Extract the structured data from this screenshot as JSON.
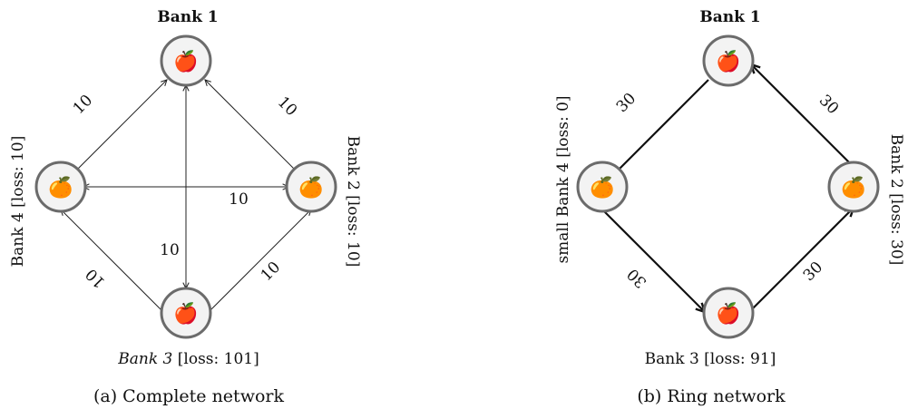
{
  "icons": {
    "apple": "🍎",
    "orange": "🍊"
  },
  "complete": {
    "bank1": "Bank 1",
    "bank2": "Bank 2 [loss: 10]",
    "bank3_name": "Bank 3",
    "bank3_loss": " [loss: 101]",
    "bank4": "Bank 4 [loss: 10]",
    "edge_b1_b4": "10",
    "edge_b1_b2": "10",
    "edge_b4_b2": "10",
    "edge_b1_b3": "10",
    "edge_b4_b3": "10",
    "edge_b2_b3": "10",
    "caption": "(a) Complete network"
  },
  "ring": {
    "bank1": "Bank 1",
    "bank2": "Bank 2 [loss: 30]",
    "bank3": "Bank 3 [loss: 91]",
    "bank4": "small Bank 4 [loss: 0]",
    "edge_b1_b4": "30",
    "edge_b2_b1": "30",
    "edge_b4_b3": "30",
    "edge_b3_b2": "30",
    "caption": "(b) Ring network"
  }
}
